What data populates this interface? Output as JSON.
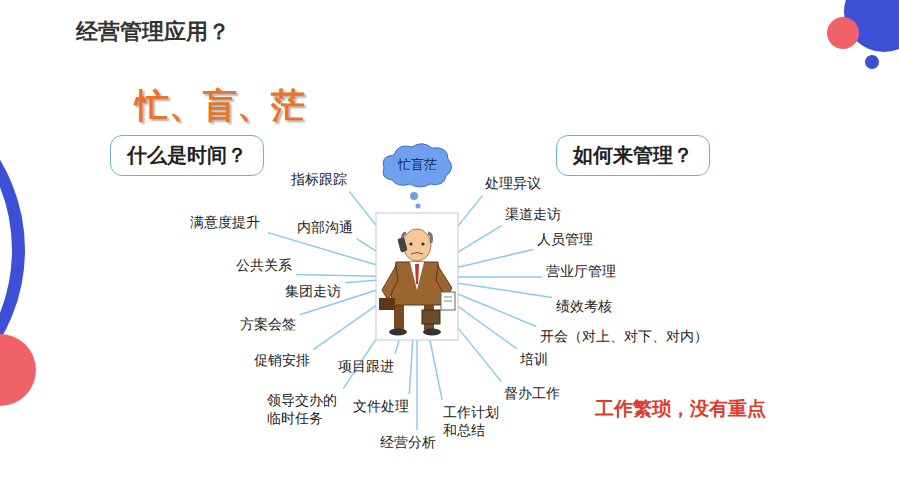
{
  "diagram": {
    "title": "经营管理应用？",
    "nodes": [
      {
        "text": [
          "什么是时间？"
        ]
      },
      {
        "text": [
          "忙盲茫"
        ]
      },
      {
        "text": [
          "如何来管理？"
        ]
      }
    ],
    "labels": [
      "忙、盲、茫",
      "指标跟踪",
      "满意度提升",
      "内部沟通",
      "公共关系",
      "集团走访",
      "方案会签",
      "促销安排",
      "项目跟进",
      "领导交办的临时任务",
      "文件处理",
      "经营分析",
      "工作计划和总结",
      "督办工作",
      "培训",
      "开会（对上、对下、对内）",
      "绩效考核",
      "营业厅管理",
      "人员管理",
      "渠道走访",
      "处理异议",
      "工作繁琐，没有重点"
    ]
  }
}
